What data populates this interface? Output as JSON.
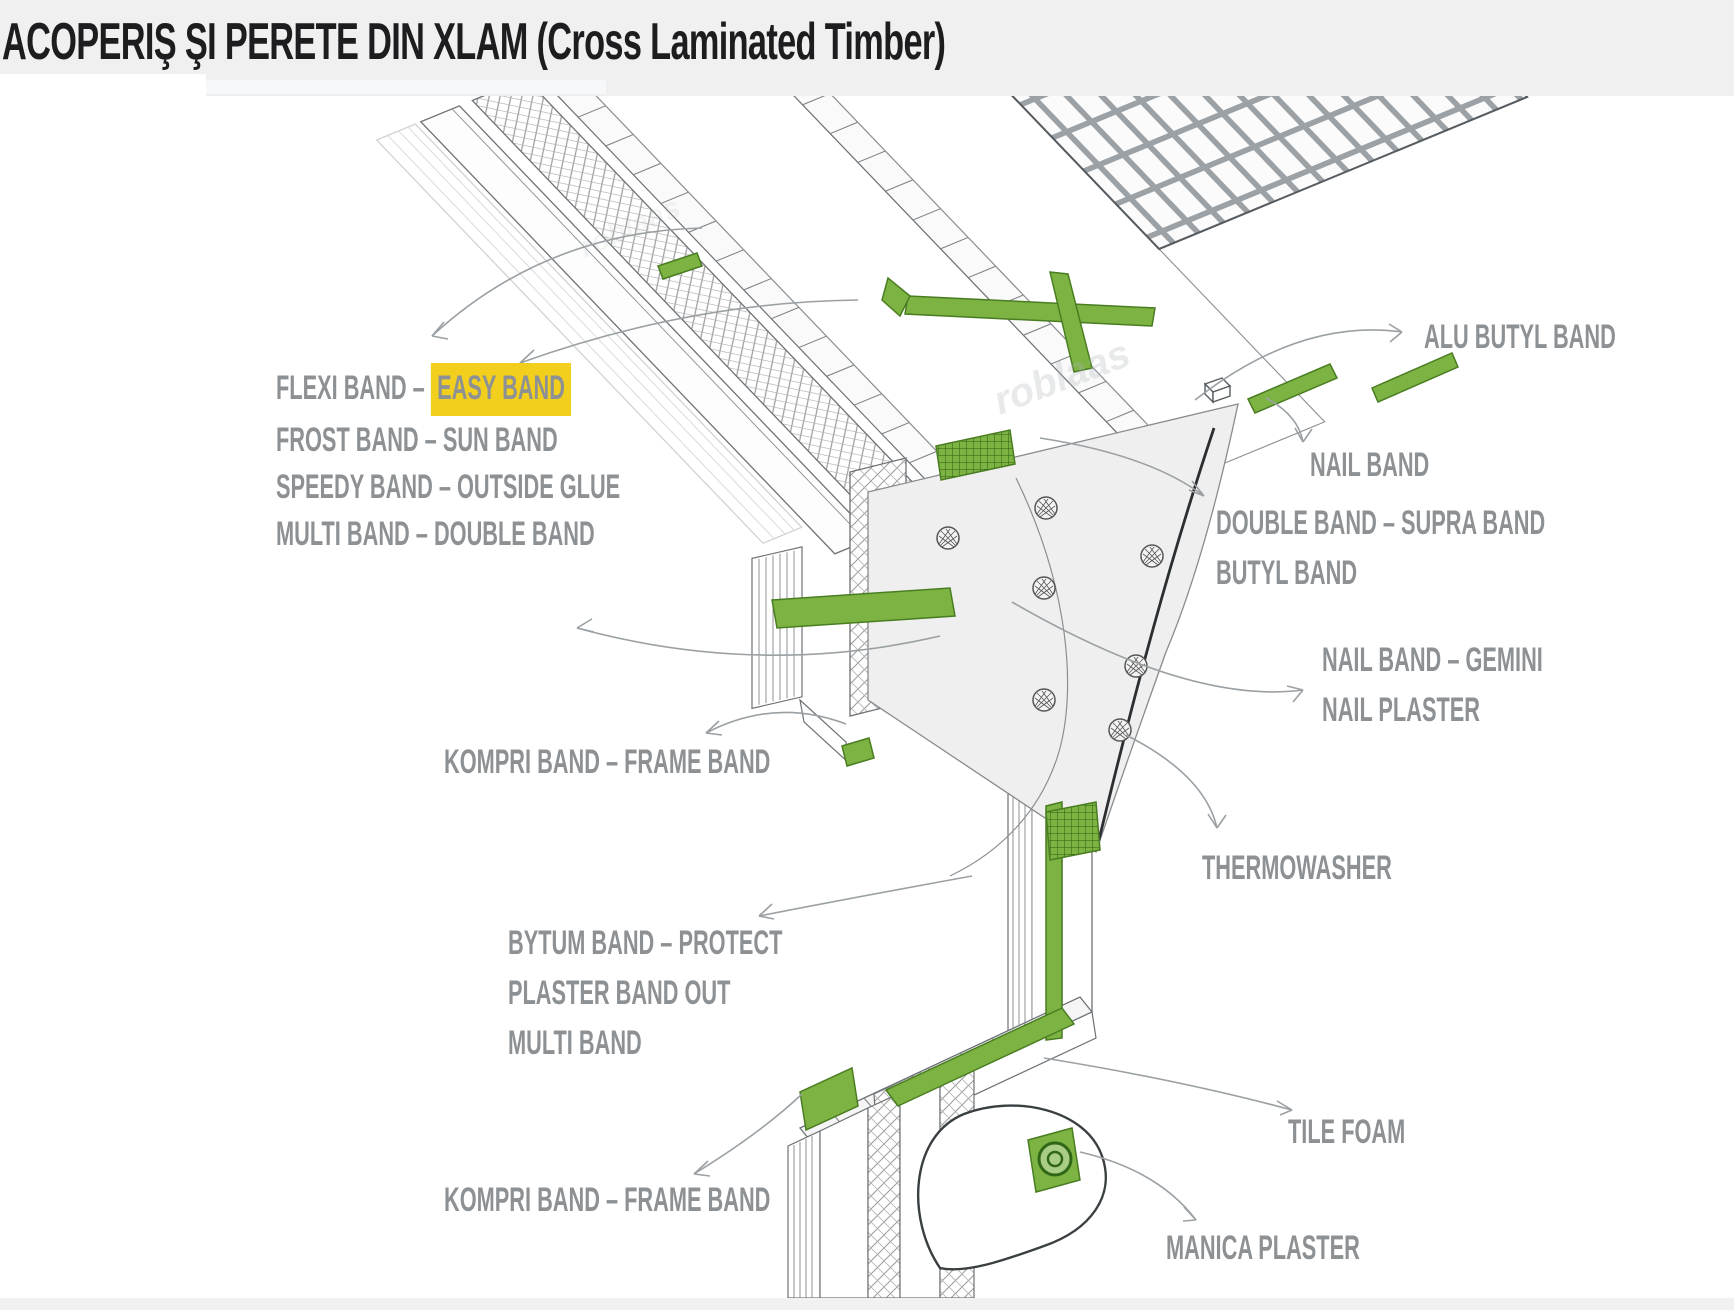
{
  "header": {
    "title": "ACOPERIŞ ŞI PERETE DIN XLAM (Cross Laminated Timber)"
  },
  "labels": {
    "flexi_prefix": "FLEXI BAND – ",
    "flexi_highlight": "EASY BAND",
    "frost": "FROST BAND – SUN BAND",
    "speedy": "SPEEDY BAND – OUTSIDE GLUE",
    "multi_double": "MULTI BAND – DOUBLE BAND",
    "alu_butyl": "ALU BUTYL BAND",
    "nail_band": "NAIL BAND",
    "double_supra": "DOUBLE BAND – SUPRA BAND",
    "butyl_band": "BUTYL BAND",
    "nail_gemini": "NAIL BAND – GEMINI",
    "nail_plaster": "NAIL PLASTER",
    "kompri_frame_mid": "KOMPRI BAND – FRAME BAND",
    "thermowasher": "THERMOWASHER",
    "bytum_protect": "BYTUM BAND – PROTECT",
    "plaster_band_out": "PLASTER BAND OUT",
    "multi_band": "MULTI BAND",
    "tile_foam": "TILE FOAM",
    "kompri_frame_bottom": "KOMPRI BAND – FRAME BAND",
    "manica_plaster": "MANICA PLASTER"
  },
  "watermark": "roblaas",
  "colors": {
    "tape_green": "#7cb342",
    "tape_green_dark": "#4a7d22",
    "highlight_yellow": "#f2cf1d",
    "label_gray": "#8d9194",
    "line_dark": "#3f4447",
    "header_bg": "#f0f0f1"
  }
}
